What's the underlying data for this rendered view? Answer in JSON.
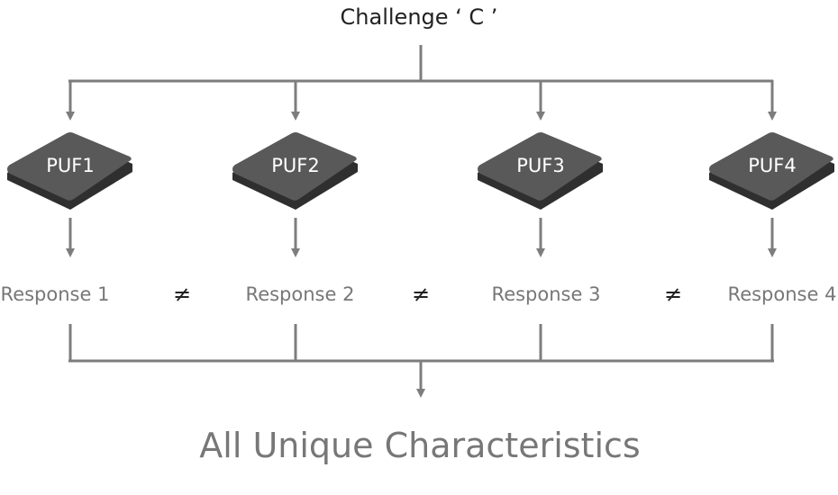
{
  "challenge_label": "Challenge ‘ C ’",
  "pufs": [
    {
      "label": "PUF1",
      "response": "Response 1"
    },
    {
      "label": "PUF2",
      "response": "Response 2"
    },
    {
      "label": "PUF3",
      "response": "Response 3"
    },
    {
      "label": "PUF4",
      "response": "Response 4"
    }
  ],
  "not_equal_symbol": "≠",
  "result_label": "All Unique Characteristics",
  "colors": {
    "connector": "#7d7d7d",
    "chip_top": "#595959",
    "chip_bottom": "#2f2f2f"
  }
}
